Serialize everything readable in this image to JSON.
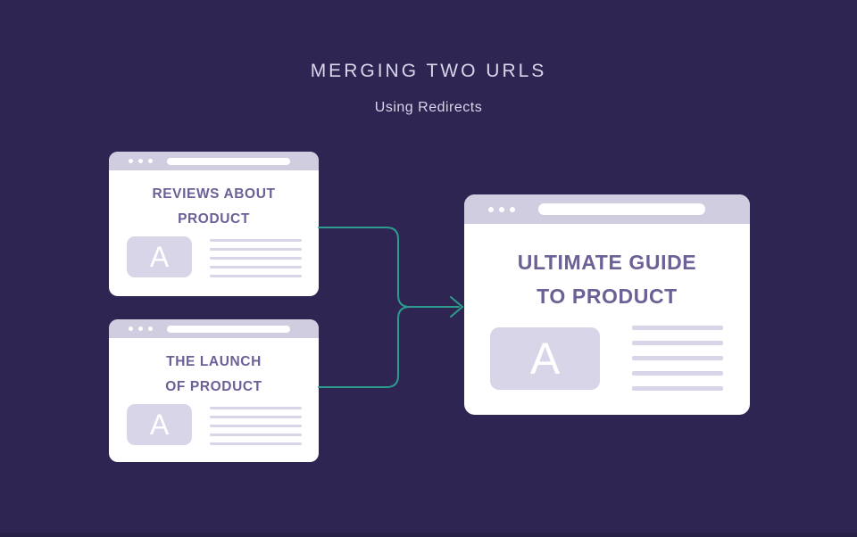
{
  "header": {
    "title": "MERGING TWO URLS",
    "subtitle": "Using Redirects"
  },
  "colors": {
    "bg": "#2f2553",
    "bottom-strip": "#272046",
    "window-bg": "#ffffff",
    "titlebar": "#d0cde0",
    "placeholder": "#d8d5e8",
    "heading-text": "#6d6096",
    "page-text": "#d9d6ea",
    "arrow": "#2d9c8e"
  },
  "windows": {
    "reviews": {
      "title_line1": "REVIEWS ABOUT",
      "title_line2": "PRODUCT",
      "image_letter": "A"
    },
    "launch": {
      "title_line1": "THE LAUNCH",
      "title_line2": "OF PRODUCT",
      "image_letter": "A"
    },
    "ultimate": {
      "title_line1": "ULTIMATE GUIDE",
      "title_line2": "TO PRODUCT",
      "image_letter": "A"
    }
  }
}
